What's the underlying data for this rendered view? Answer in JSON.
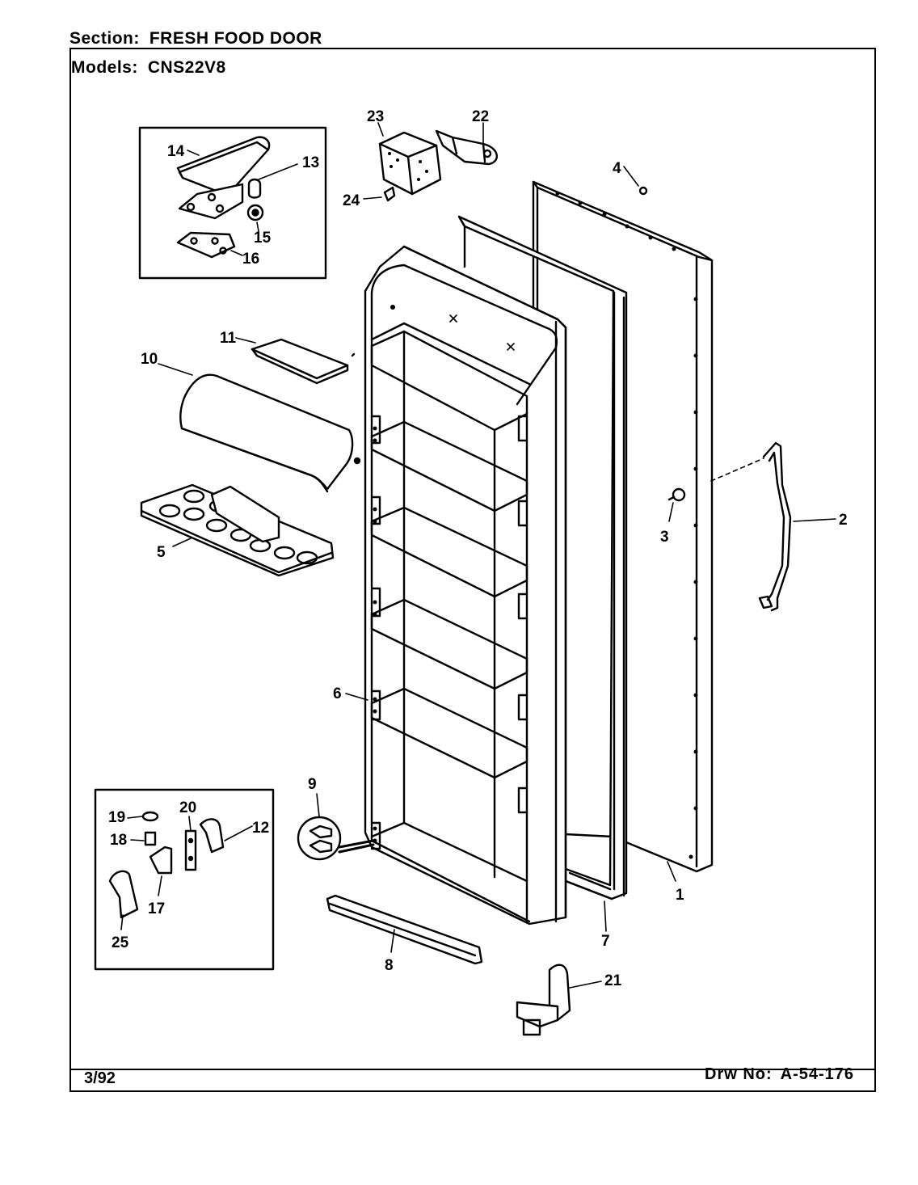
{
  "header": {
    "section_label": "Section:",
    "section_value": "FRESH FOOD DOOR",
    "models_label": "Models:",
    "models_value": "CNS22V8"
  },
  "footer": {
    "date": "3/92",
    "drawing_label": "Drw No:",
    "drawing_number": "A-54-176"
  },
  "callouts": [
    "1",
    "2",
    "3",
    "4",
    "5",
    "6",
    "7",
    "8",
    "9",
    "10",
    "11",
    "12",
    "13",
    "14",
    "15",
    "16",
    "17",
    "18",
    "19",
    "20",
    "21",
    "22",
    "23",
    "24",
    "25"
  ]
}
